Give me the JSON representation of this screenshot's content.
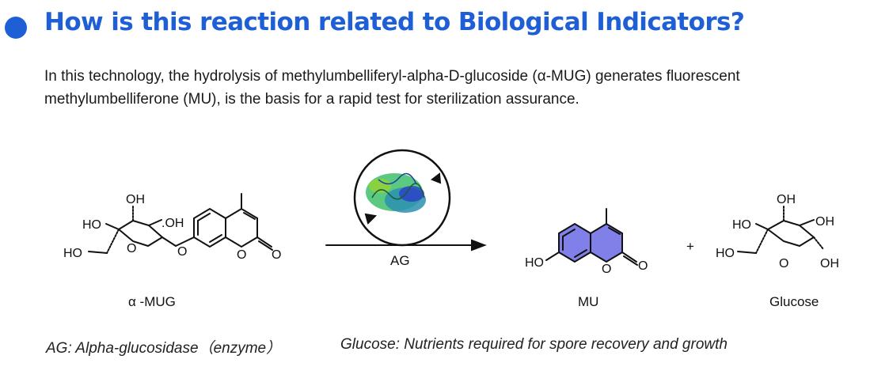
{
  "header": {
    "title": "How is this reaction related to Biological Indicators?",
    "accent_color": "#1f5fd6"
  },
  "description": "In this technology, the hydrolysis of methylumbelliferyl-alpha-D-glucoside (α-MUG) generates fluorescent methylumbelliferone (MU), is the basis for a rapid test for sterilization assurance.",
  "scheme": {
    "reactant_label": "α -MUG",
    "arrow_label": "AG",
    "product1_label": "MU",
    "plus": "+",
    "product2_label": "Glucose",
    "atoms": {
      "oh": "OH",
      "ho": "HO",
      "o": "O",
      "dot_oh": ".OH"
    },
    "mu_highlight_color": "#8080e8"
  },
  "notes": {
    "enzyme": "AG: Alpha-glucosidase（enzyme）",
    "glucose": "Glucose: Nutrients required for spore recovery and growth"
  }
}
